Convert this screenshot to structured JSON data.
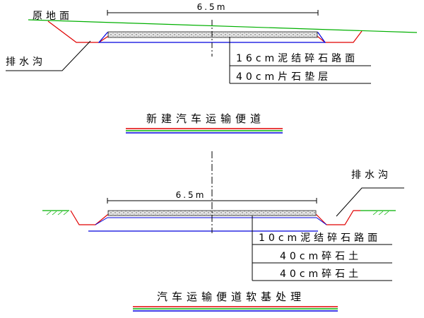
{
  "diagram1": {
    "ground_label": "原地面",
    "ditch_label": "排水沟",
    "width_label": "6.5m",
    "layer1_label": "16cm泥结碎石路面",
    "layer2_label": "40cm片石垫层",
    "title": "新建汽车运输便道"
  },
  "diagram2": {
    "ditch_label": "排水沟",
    "width_label": "6.5m",
    "layer1_label": "10cm泥结碎石路面",
    "layer2_label": "40cm碎石土",
    "layer3_label": "40cm碎石土",
    "title": "汽车运输便道软基处理"
  },
  "colors": {
    "ground_line": "#00b000",
    "ditch_line": "#e00000",
    "base_line": "#0000dd",
    "surface_fill": "#d8d8d8",
    "underline_red": "#e00000",
    "underline_green": "#00b000",
    "underline_blue": "#0000dd"
  }
}
